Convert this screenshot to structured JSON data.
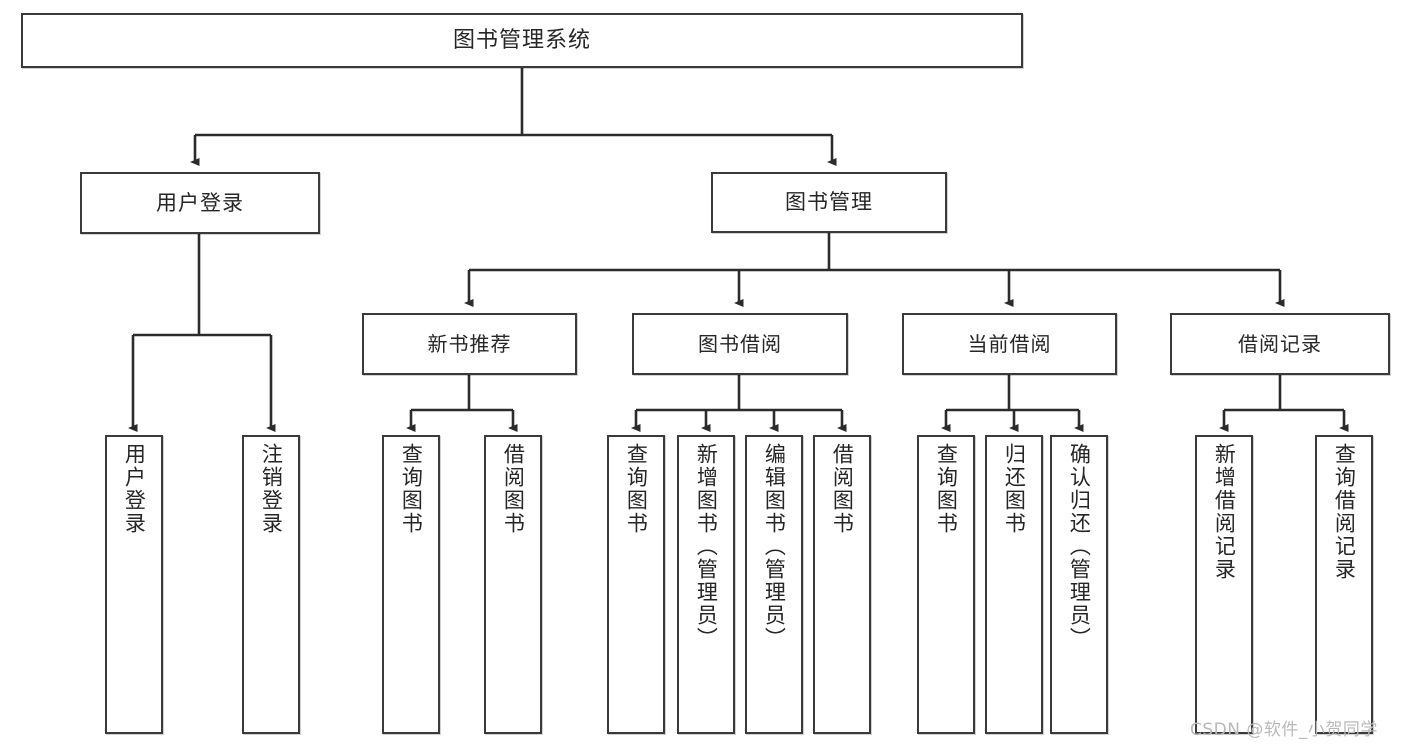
{
  "diagram": {
    "title": "图书管理系统",
    "type": "hierarchy-tree",
    "watermark": "CSDN @软件_小贺同学",
    "colors": {
      "box_border": "#3a3a3a",
      "box_fill": "#ffffff",
      "connector": "#2b2b2b",
      "text": "#262626",
      "watermark": "#b9b9b9"
    },
    "root": {
      "label": "图书管理系统"
    },
    "level1": [
      {
        "label": "用户登录"
      },
      {
        "label": "图书管理"
      }
    ],
    "level2": [
      {
        "label": "新书推荐"
      },
      {
        "label": "图书借阅"
      },
      {
        "label": "当前借阅"
      },
      {
        "label": "借阅记录"
      }
    ],
    "leaves": {
      "user_login": [
        {
          "label": "用户登录"
        },
        {
          "label": "注销登录"
        }
      ],
      "new_book": [
        {
          "label": "查询图书"
        },
        {
          "label": "借阅图书"
        }
      ],
      "book_borrow": [
        {
          "label": "查询图书"
        },
        {
          "label": "新增图书（管理员）"
        },
        {
          "label": "编辑图书（管理员）"
        },
        {
          "label": "借阅图书"
        }
      ],
      "current_borrow": [
        {
          "label": "查询图书"
        },
        {
          "label": "归还图书"
        },
        {
          "label": "确认归还（管理员）"
        }
      ],
      "borrow_record": [
        {
          "label": "新增借阅记录"
        },
        {
          "label": "查询借阅记录"
        }
      ]
    }
  }
}
